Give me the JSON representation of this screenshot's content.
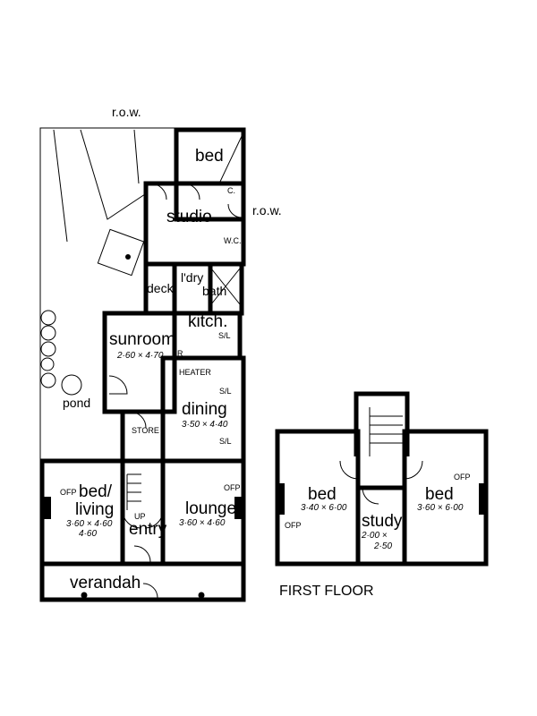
{
  "site": {
    "row_top": "r.o.w.",
    "row_right": "r.o.w.",
    "pond": "pond"
  },
  "ground_floor": {
    "bed": "bed",
    "cupboard": "C.",
    "studio": "studio",
    "wc": "W.C.",
    "deck": "deck",
    "laundry": "l'dry",
    "bath": "bath",
    "kitchen": "kitch.",
    "kitchen_skylight": "S/L",
    "sunroom": "sunroom",
    "sunroom_dims": "2·60 × 4·70",
    "refrigerator": "R",
    "heater": "HEATER",
    "dining": "dining",
    "dining_dims": "3·50 × 4·40",
    "dining_skylight_1": "S/L",
    "dining_skylight_2": "S/L",
    "store": "STORE",
    "bed_living_1": "bed/",
    "bed_living_2": "living",
    "bed_living_dims": "3·60 × 4·60",
    "bed_living_dims_2": "4·60",
    "bed_living_ofp": "OFP",
    "up": "UP",
    "entry": "entry",
    "lounge": "lounge",
    "lounge_dims": "3·60 × 4·60",
    "lounge_ofp": "OFP",
    "verandah": "verandah"
  },
  "first_floor": {
    "title": "FIRST FLOOR",
    "bed_left": "bed",
    "bed_left_dims": "3·40 × 6·00",
    "bed_left_ofp": "OFP",
    "study": "study",
    "study_dims_1": "2·00 ×",
    "study_dims_2": "2·50",
    "bed_right": "bed",
    "bed_right_dims": "3·60 × 6·00",
    "bed_right_ofp": "OFP"
  }
}
